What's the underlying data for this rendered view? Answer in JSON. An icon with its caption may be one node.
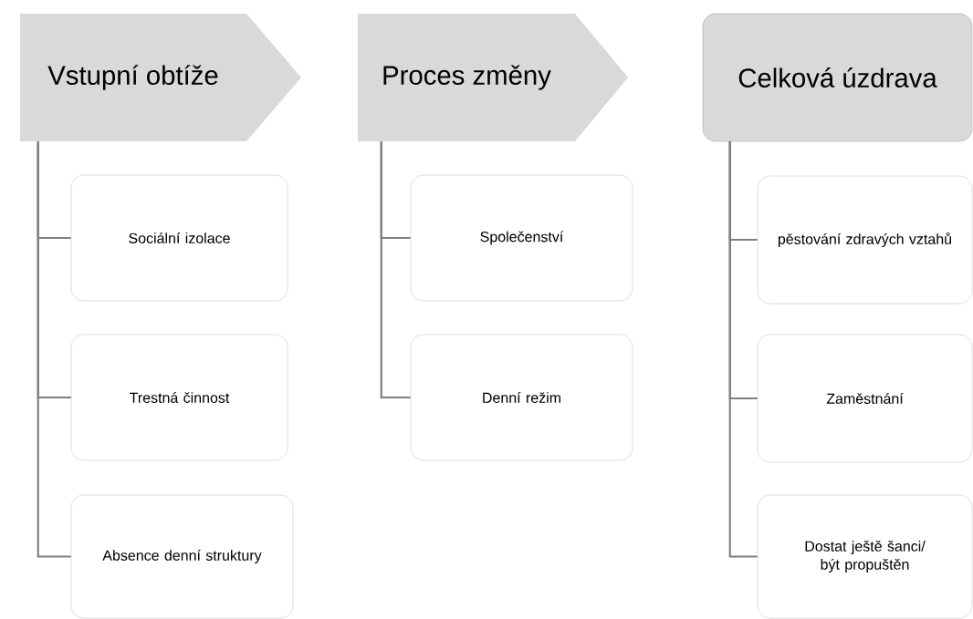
{
  "diagram": {
    "nodes": [
      {
        "text": [
          "Vstupní obtíže"
        ]
      },
      {
        "text": [
          "Sociální izolace"
        ]
      },
      {
        "text": [
          "Trestná činnost"
        ]
      },
      {
        "text": [
          "Absence denní struktury"
        ]
      },
      {
        "text": [
          "Proces změny"
        ]
      },
      {
        "text": [
          "Společenství"
        ]
      },
      {
        "text": [
          "Denní režim"
        ]
      },
      {
        "text": [
          "Celková úzdrava"
        ]
      },
      {
        "text": [
          "pěstování zdravých vztahů"
        ]
      },
      {
        "text": [
          "Zaměstnání"
        ]
      },
      {
        "text": [
          "Dostat ještě šanci/ být propuštěn"
        ]
      }
    ],
    "edges": [
      {
        "from": 0,
        "to": 1,
        "arrow": "none"
      },
      {
        "from": 0,
        "to": 2,
        "arrow": "none"
      },
      {
        "from": 0,
        "to": 3,
        "arrow": "none"
      },
      {
        "from": 4,
        "to": 5,
        "arrow": "none"
      },
      {
        "from": 4,
        "to": 6,
        "arrow": "none"
      },
      {
        "from": 7,
        "to": 8,
        "arrow": "none"
      },
      {
        "from": 7,
        "to": 9,
        "arrow": "none"
      },
      {
        "from": 7,
        "to": 10,
        "arrow": "none"
      }
    ]
  }
}
